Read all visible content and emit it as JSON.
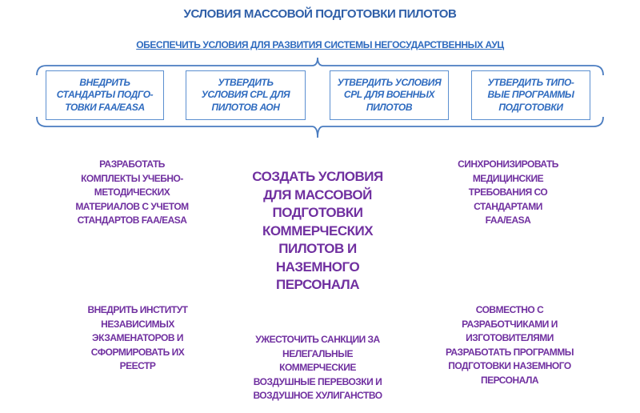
{
  "title": "УСЛОВИЯ МАССОВОЙ ПОДГОТОВКИ ПИЛОТОВ",
  "subtitle": "ОБЕСПЕЧИТЬ УСЛОВИЯ ДЛЯ РАЗВИТИЯ СИСТЕМЫ НЕГОСУДАРСТВЕННЫХ АУЦ",
  "boxes": [
    "ВНЕДРИТЬ\nСТАНДАРТЫ ПОДГО-\nТОВКИ FAA/EASA",
    "УТВЕРДИТЬ\nУСЛОВИЯ CPL ДЛЯ\nПИЛОТОВ АОН",
    "УТВЕРДИТЬ УСЛОВИЯ\nCPL ДЛЯ ВОЕННЫХ\nПИЛОТОВ",
    "УТВЕРДИТЬ ТИПО-\nВЫЕ ПРОГРАММЫ\nПОДГОТОВКИ"
  ],
  "center_goal": "СОЗДАТЬ УСЛОВИЯ\nДЛЯ МАССОВОЙ\nПОДГОТОВКИ\nКОММЕРЧЕСКИХ\nПИЛОТОВ И\nНАЗЕМНОГО\nПЕРСОНАЛА",
  "items": {
    "top_left": "РАЗРАБОТАТЬ\nКОМПЛЕКТЫ УЧЕБНО-\nМЕТОДИЧЕСКИХ\nМАТЕРИАЛОВ С УЧЕТОМ\nСТАНДАРТОВ FAA/EASA",
    "top_right": "СИНХРОНИЗИРОВАТЬ\nМЕДИЦИНСКИЕ\nТРЕБОВАНИЯ СО\nСТАНДАРТАМИ\nFAA/EASA",
    "bottom_left": "ВНЕДРИТЬ ИНСТИТУТ\nНЕЗАВИСИМЫХ\nЭКЗАМЕНАТОРОВ И\nСФОРМИРОВАТЬ ИХ\nРЕЕСТР",
    "bottom_center": "УЖЕСТОЧИТЬ САНКЦИИ ЗА\nНЕЛЕГАЛЬНЫЕ\nКОММЕРЧЕСКИЕ\nВОЗДУШНЫЕ ПЕРЕВОЗКИ И\nВОЗДУШНОЕ ХУЛИГАНСТВО",
    "bottom_right": "СОВМЕСТНО С\nРАЗРАБОТЧИКАМИ И\nИЗГОТОВИТЕЛЯМИ\nРАЗРАБОТАТЬ ПРОГРАММЫ\nПОДГОТОВКИ НАЗЕМНОГО\nПЕРСОНАЛА"
  }
}
